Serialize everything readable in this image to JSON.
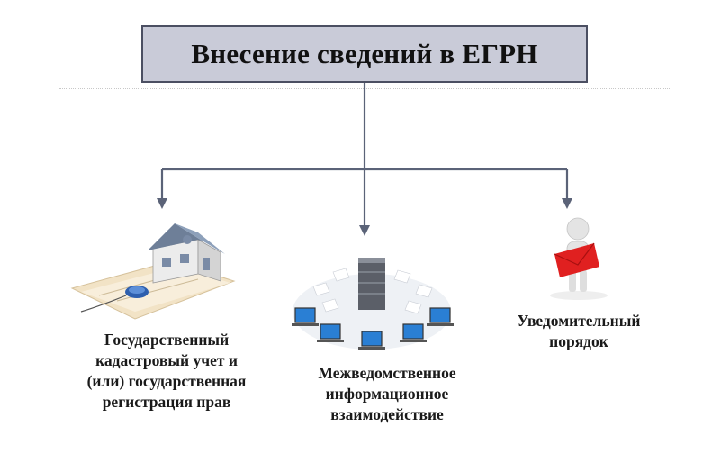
{
  "title": "Внесение сведений в ЕГРН",
  "nodes": [
    {
      "id": "cadastral",
      "label": "Государственный\nкадастровый учет и\n(или) государственная\nрегистрация прав",
      "icon": "house-with-documents-icon"
    },
    {
      "id": "interagency",
      "label": "Межведомственное\nинформационное\nвзаимодействие",
      "icon": "server-network-icon"
    },
    {
      "id": "notification",
      "label": "Уведомительный\nпорядок",
      "icon": "person-with-envelope-icon"
    }
  ],
  "colors": {
    "title_fill": "#c9cbd8",
    "title_border": "#4b4f62",
    "connector": "#5b6378",
    "envelope": "#e02020"
  }
}
